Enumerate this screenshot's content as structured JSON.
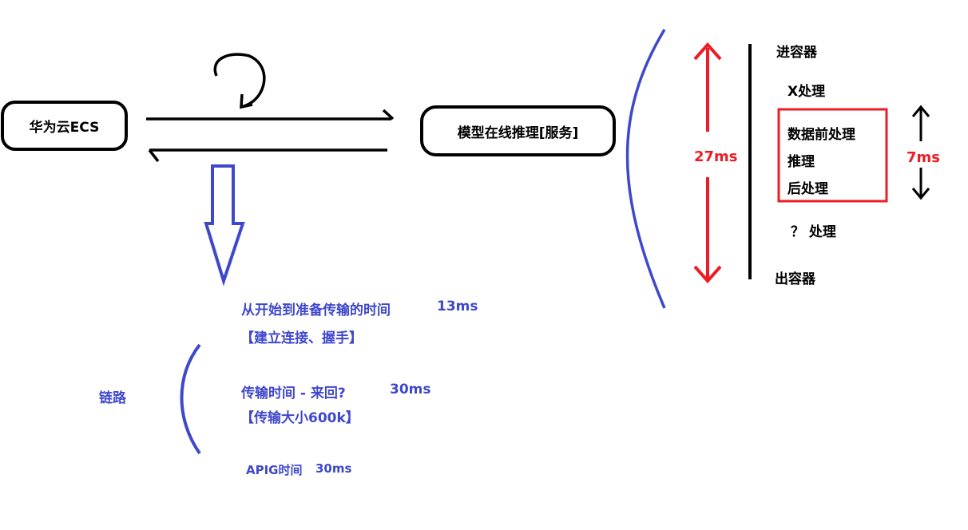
{
  "nodes": {
    "ecs": "华为云ECS",
    "service": "模型在线推理[服务]"
  },
  "container_steps": {
    "enter": "进容器",
    "x_process": "X处理",
    "preprocess": "数据前处理",
    "inference": "推理",
    "postprocess": "后处理",
    "unknown_process": "？ 处理",
    "exit": "出容器"
  },
  "timings": {
    "container_total": "27ms",
    "core_inference": "7ms"
  },
  "link": {
    "label": "链路",
    "items": [
      {
        "text": "从开始到准备传输的时间",
        "value": "13ms",
        "note": "【建立连接、握手】"
      },
      {
        "text": "传输时间 - 来回?",
        "value": "30ms",
        "note": "【传输大小600k】"
      },
      {
        "text": "APIG时间",
        "value": "30ms"
      }
    ]
  },
  "colors": {
    "blue": "#3f48cc",
    "red": "#ed1c24",
    "black": "#000000"
  }
}
